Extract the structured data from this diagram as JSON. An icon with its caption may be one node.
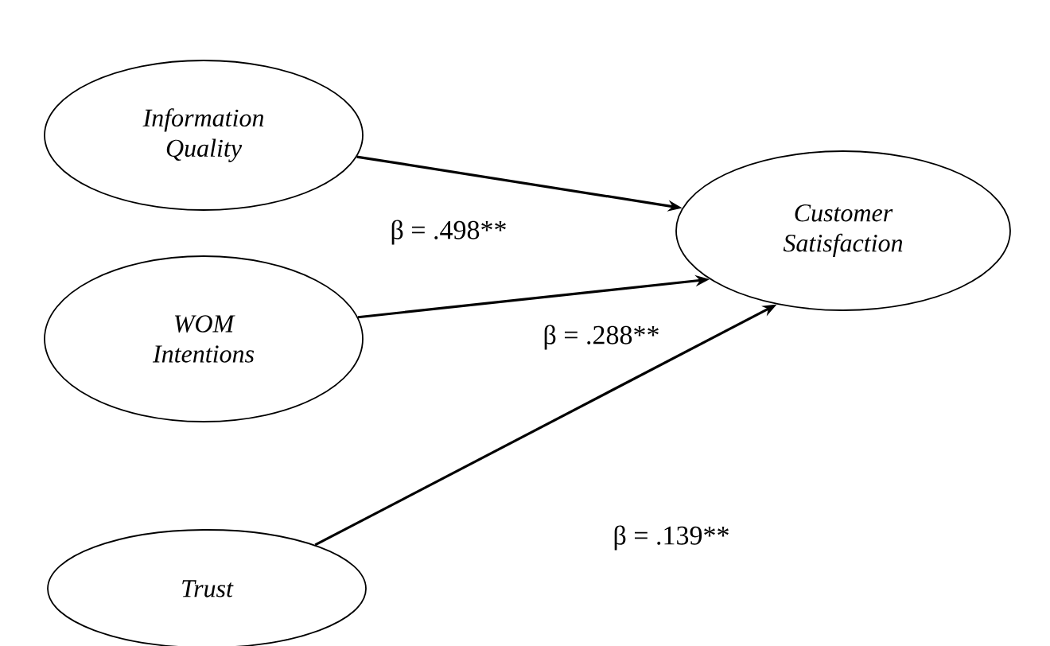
{
  "diagram": {
    "nodes": [
      {
        "text": [
          "Information Quality"
        ]
      },
      {
        "text": [
          "WOM Intentions"
        ]
      },
      {
        "text": [
          "Trust"
        ]
      },
      {
        "text": [
          "Customer Satisfaction"
        ]
      }
    ],
    "edges": [
      {
        "from": 0,
        "to": 3,
        "arrow": "to",
        "label": "β = .498**"
      },
      {
        "from": 1,
        "to": 3,
        "arrow": "to",
        "label": "β = .288**"
      },
      {
        "from": 2,
        "to": 3,
        "arrow": "to",
        "label": "β = .139**"
      }
    ]
  }
}
